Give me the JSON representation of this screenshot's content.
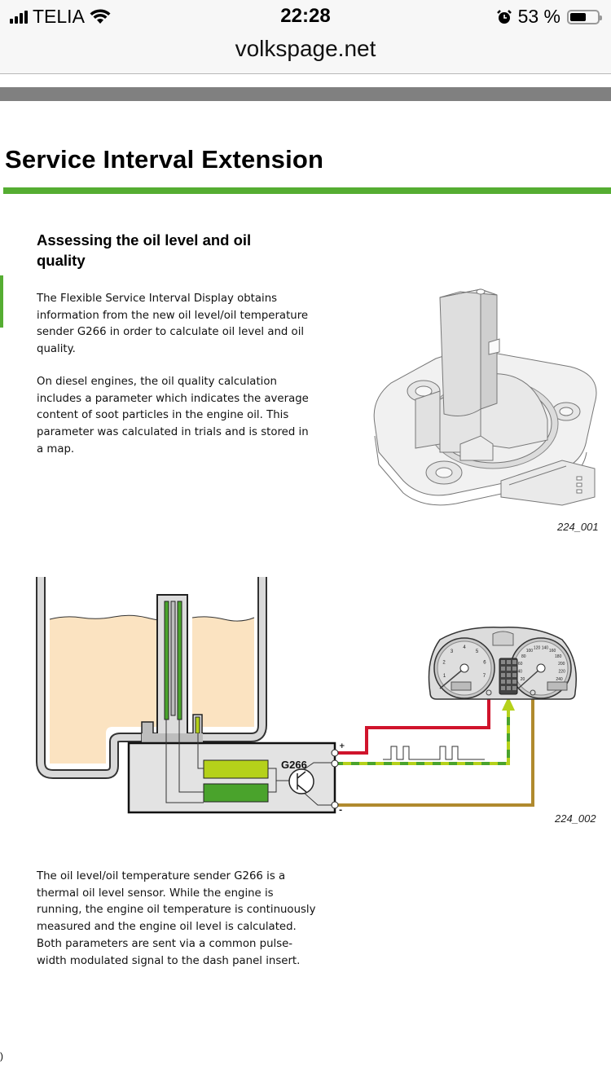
{
  "status_bar": {
    "carrier": "TELIA",
    "time": "22:28",
    "battery_percent_label": "53 %",
    "battery_level": 0.53,
    "icons": [
      "signal-bars-icon",
      "wifi-icon",
      "alarm-clock-icon",
      "battery-icon"
    ]
  },
  "browser": {
    "url": "volkspage.net"
  },
  "page": {
    "title": "Service Interval Extension",
    "section_heading": "Assessing the oil level and oil quality",
    "paragraphs": [
      "The Flexible Service Interval Display obtains information from the new oil level/oil temperature sender G266 in order to calculate oil level and oil quality.",
      "On diesel engines, the oil quality calculation includes a parameter which indicates the average content of soot particles in the engine oil. This parameter was calculated in trials and is stored in a map.",
      "The oil level/oil temperature sender G266 is a thermal oil level sensor. While the engine is running, the engine oil temperature is continuously measured and the engine oil level is calculated. Both parameters are sent via a common pulse-width modulated signal to the dash panel insert."
    ],
    "figures": [
      {
        "caption": "224_001",
        "subject": "oil level/oil temperature sender illustration"
      },
      {
        "caption": "224_002",
        "subject": "sender G266 wiring diagram to dash panel insert"
      }
    ],
    "diagram": {
      "component_label": "G266",
      "plus_label": "+",
      "minus_label": "-",
      "tach_labels": [
        "1",
        "2",
        "3",
        "4",
        "5",
        "6",
        "7"
      ],
      "speedo_labels": [
        "20",
        "40",
        "60",
        "80",
        "100",
        "120",
        "140",
        "160",
        "180",
        "200",
        "220",
        "240"
      ],
      "colors": {
        "oil": "#fbe3c1",
        "wire_positive": "#d0142c",
        "wire_negative": "#b08a2e",
        "signal_green": "#4aa32c",
        "signal_yellow": "#b5d11a",
        "module_fill": "#e3e3e3"
      }
    },
    "edge_fragment": ")"
  }
}
